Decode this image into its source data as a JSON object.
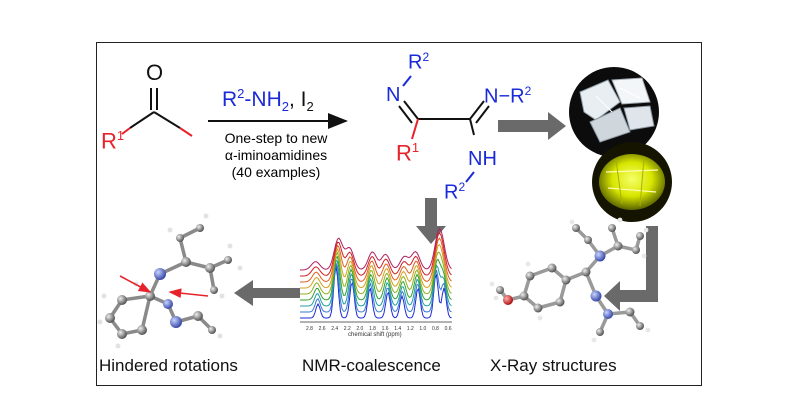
{
  "colors": {
    "red": "#e8222a",
    "blue": "#1a2ad8",
    "black": "#111111",
    "arrow_gray": "#666666",
    "crystal_glow": "#e6f200"
  },
  "ketone": {
    "oxygen": "O",
    "r_group": "R",
    "r_superscript": "1"
  },
  "reagent": {
    "amine_r": "R",
    "amine_sup": "2",
    "amine_rest": "-NH",
    "amine_sub": "2",
    "iodine": ", I",
    "iodine_sub": "2"
  },
  "conditions": {
    "line1": "One-step to new",
    "line2": "α-iminoamidines",
    "line3": "(40 examples)"
  },
  "product": {
    "n_label": "N",
    "r2_label": "R",
    "r2_sup": "2",
    "n_right": "N−R",
    "n_right_sup": "2",
    "r1_label": "R",
    "r1_sup": "1",
    "nh_label": "NH",
    "r2_bottom": "R",
    "r2_bottom_sup": "2"
  },
  "captions": {
    "hindered": "Hindered rotations",
    "nmr": "NMR-coalescence",
    "xray": "X-Ray structures"
  },
  "nmr_axis": {
    "ticks": [
      "2.8",
      "2.6",
      "2.4",
      "2.2",
      "2.0",
      "1.8",
      "1.6",
      "1.4",
      "1.2",
      "1.0",
      "0.8",
      "0.6"
    ],
    "label": "chemical shift (ppm)"
  },
  "icons": [
    "crystal-photo-icon",
    "glowing-crystal-icon",
    "molecule-model-icon",
    "nmr-stack-icon",
    "xray-structure-icon"
  ]
}
